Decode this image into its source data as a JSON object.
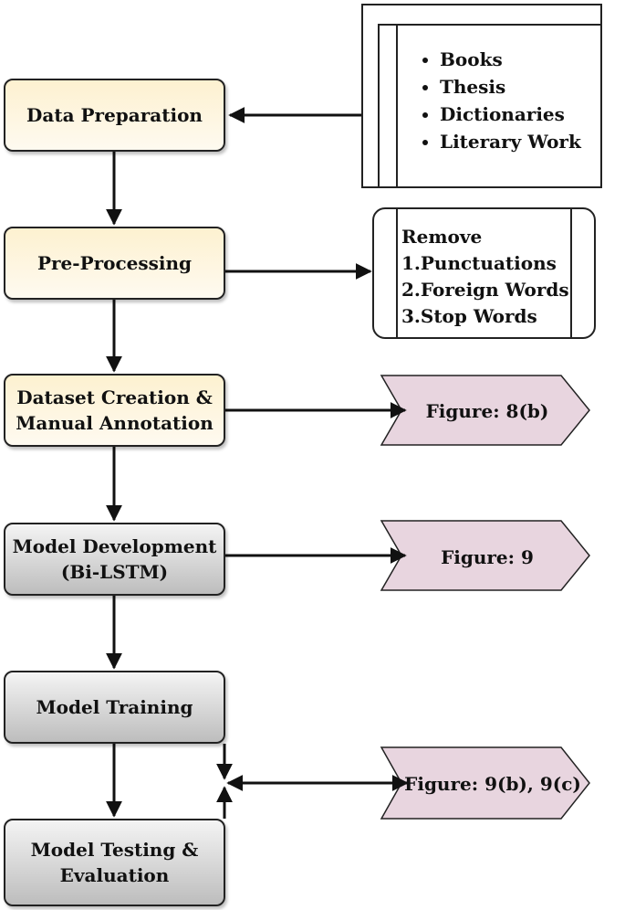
{
  "process": {
    "data_preparation": "Data Preparation",
    "pre_processing": "Pre-Processing",
    "dataset_creation": "Dataset Creation &\nManual Annotation",
    "model_development": "Model Development\n(Bi-LSTM)",
    "model_training": "Model Training",
    "model_testing": "Model Testing &\nEvaluation"
  },
  "sources": {
    "items": [
      "Books",
      "Thesis",
      "Dictionaries",
      "Literary Work"
    ]
  },
  "remove": {
    "title": "Remove",
    "items": [
      "1.Punctuations",
      "2.Foreign Words",
      "3.Stop Words"
    ]
  },
  "references": {
    "dataset": "Figure: 8(b)",
    "model": "Figure: 9",
    "training_testing": "Figure: 9(b), 9(c)"
  },
  "colors": {
    "yellow_box": "#fdf1d0",
    "gray_box": "#bdbdbd",
    "pink_tag": "#e8d5df",
    "stroke": "#222222"
  }
}
